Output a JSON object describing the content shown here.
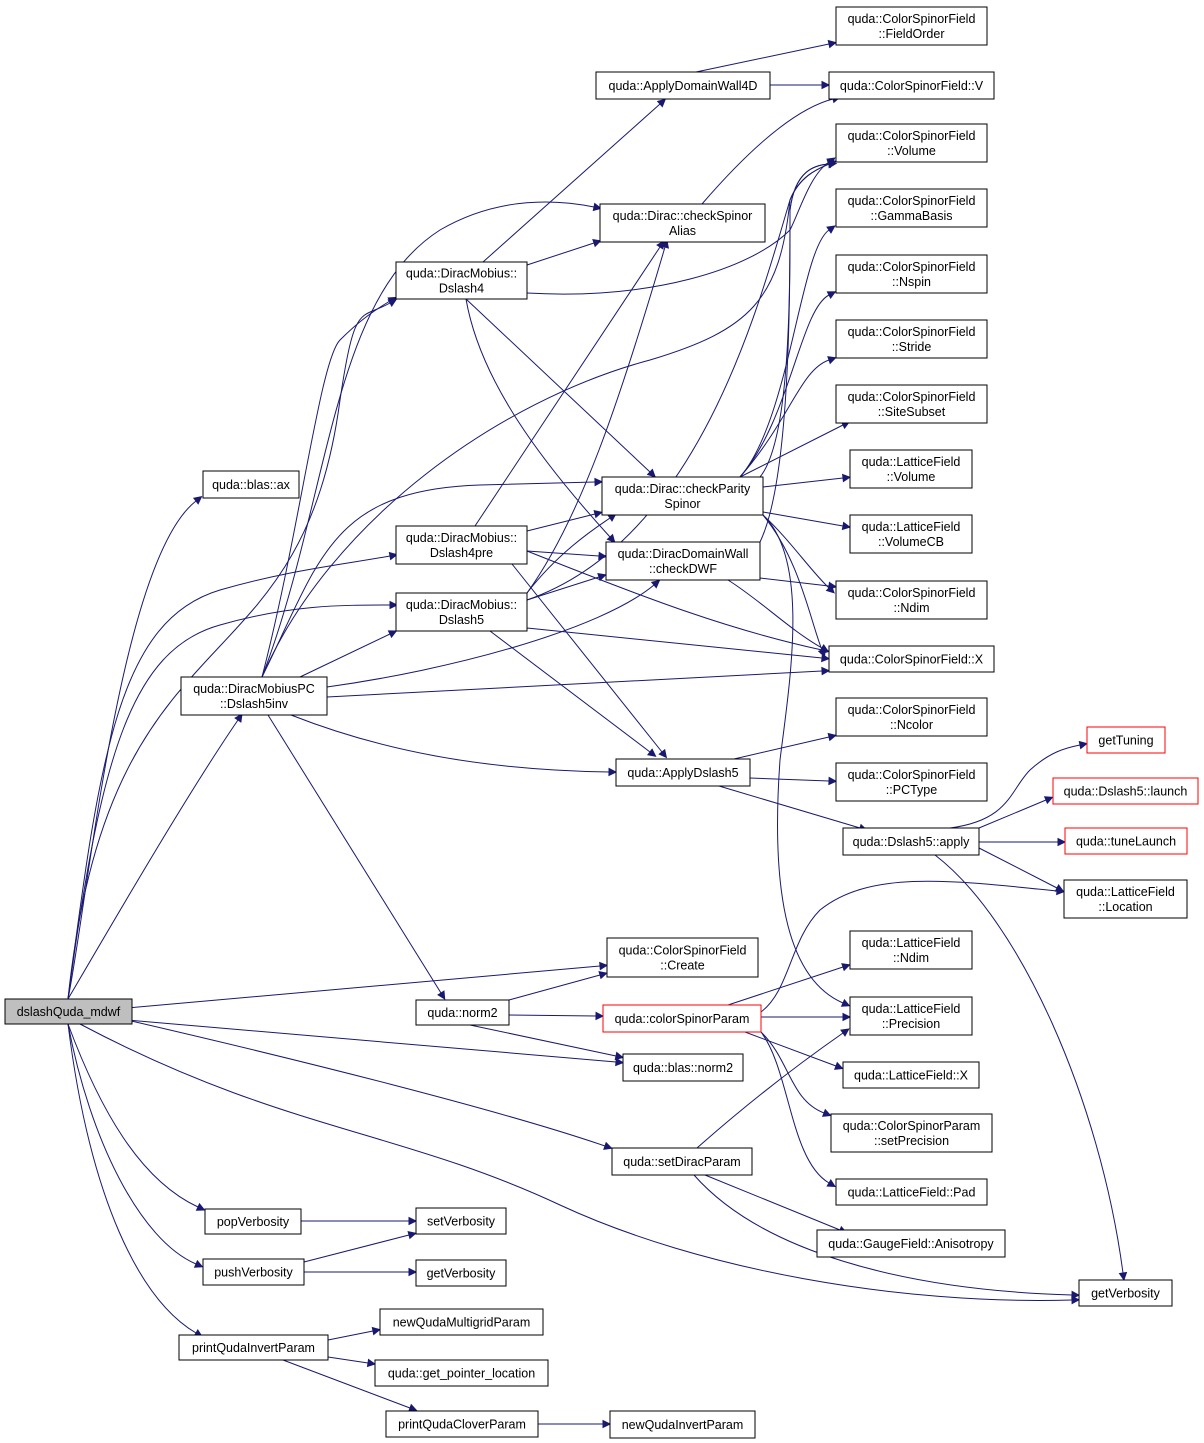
{
  "diagram": {
    "nodes": [
      {
        "id": "dslashQuda_mdwf",
        "lines": [
          "dslashQuda_mdwf"
        ],
        "root": true
      },
      {
        "id": "blas_ax",
        "lines": [
          "quda::blas::ax"
        ]
      },
      {
        "id": "dslash4",
        "lines": [
          "quda::DiracMobius::",
          "Dslash4"
        ]
      },
      {
        "id": "dslash4pre",
        "lines": [
          "quda::DiracMobius::",
          "Dslash4pre"
        ]
      },
      {
        "id": "dslash5",
        "lines": [
          "quda::DiracMobius::",
          "Dslash5"
        ]
      },
      {
        "id": "dslash5inv",
        "lines": [
          "quda::DiracMobiusPC",
          "::Dslash5inv"
        ]
      },
      {
        "id": "applyDW4D",
        "lines": [
          "quda::ApplyDomainWall4D"
        ]
      },
      {
        "id": "checkSpinorAlias",
        "lines": [
          "quda::Dirac::checkSpinor",
          "Alias"
        ]
      },
      {
        "id": "checkParitySpinor",
        "lines": [
          "quda::Dirac::checkParity",
          "Spinor"
        ]
      },
      {
        "id": "checkDWF",
        "lines": [
          "quda::DiracDomainWall",
          "::checkDWF"
        ]
      },
      {
        "id": "applyDslash5",
        "lines": [
          "quda::ApplyDslash5"
        ]
      },
      {
        "id": "csfFieldOrder",
        "lines": [
          "quda::ColorSpinorField",
          "::FieldOrder"
        ]
      },
      {
        "id": "csfV",
        "lines": [
          "quda::ColorSpinorField::V"
        ]
      },
      {
        "id": "csfVolume",
        "lines": [
          "quda::ColorSpinorField",
          "::Volume"
        ]
      },
      {
        "id": "csfGammaBasis",
        "lines": [
          "quda::ColorSpinorField",
          "::GammaBasis"
        ]
      },
      {
        "id": "csfNspin",
        "lines": [
          "quda::ColorSpinorField",
          "::Nspin"
        ]
      },
      {
        "id": "csfStride",
        "lines": [
          "quda::ColorSpinorField",
          "::Stride"
        ]
      },
      {
        "id": "csfSiteSubset",
        "lines": [
          "quda::ColorSpinorField",
          "::SiteSubset"
        ]
      },
      {
        "id": "lfVolume",
        "lines": [
          "quda::LatticeField",
          "::Volume"
        ]
      },
      {
        "id": "lfVolumeCB",
        "lines": [
          "quda::LatticeField",
          "::VolumeCB"
        ]
      },
      {
        "id": "csfNdim",
        "lines": [
          "quda::ColorSpinorField",
          "::Ndim"
        ]
      },
      {
        "id": "csfX",
        "lines": [
          "quda::ColorSpinorField::X"
        ]
      },
      {
        "id": "csfNcolor",
        "lines": [
          "quda::ColorSpinorField",
          "::Ncolor"
        ]
      },
      {
        "id": "csfPCType",
        "lines": [
          "quda::ColorSpinorField",
          "::PCType"
        ]
      },
      {
        "id": "dslash5apply",
        "lines": [
          "quda::Dslash5::apply"
        ]
      },
      {
        "id": "getTuning",
        "lines": [
          "getTuning"
        ],
        "truncated": true
      },
      {
        "id": "dslash5launch",
        "lines": [
          "quda::Dslash5::launch"
        ],
        "truncated": true
      },
      {
        "id": "tuneLaunch",
        "lines": [
          "quda::tuneLaunch"
        ],
        "truncated": true
      },
      {
        "id": "lfLocation",
        "lines": [
          "quda::LatticeField",
          "::Location"
        ]
      },
      {
        "id": "csfCreate",
        "lines": [
          "quda::ColorSpinorField",
          "::Create"
        ]
      },
      {
        "id": "norm2",
        "lines": [
          "quda::norm2"
        ]
      },
      {
        "id": "colorSpinorParam",
        "lines": [
          "quda::colorSpinorParam"
        ],
        "truncated": true
      },
      {
        "id": "lfNdim",
        "lines": [
          "quda::LatticeField",
          "::Ndim"
        ]
      },
      {
        "id": "lfPrecision",
        "lines": [
          "quda::LatticeField",
          "::Precision"
        ]
      },
      {
        "id": "blasNorm2",
        "lines": [
          "quda::blas::norm2"
        ]
      },
      {
        "id": "lfX",
        "lines": [
          "quda::LatticeField::X"
        ]
      },
      {
        "id": "cspSetPrecision",
        "lines": [
          "quda::ColorSpinorParam",
          "::setPrecision"
        ]
      },
      {
        "id": "setDiracParam",
        "lines": [
          "quda::setDiracParam"
        ]
      },
      {
        "id": "lfPad",
        "lines": [
          "quda::LatticeField::Pad"
        ]
      },
      {
        "id": "gfAnisotropy",
        "lines": [
          "quda::GaugeField::Anisotropy"
        ]
      },
      {
        "id": "popVerbosity",
        "lines": [
          "popVerbosity"
        ]
      },
      {
        "id": "setVerbosity",
        "lines": [
          "setVerbosity"
        ]
      },
      {
        "id": "pushVerbosity",
        "lines": [
          "pushVerbosity"
        ]
      },
      {
        "id": "getVerbosityMid",
        "lines": [
          "getVerbosity"
        ]
      },
      {
        "id": "getVerbosity",
        "lines": [
          "getVerbosity"
        ]
      },
      {
        "id": "printQudaInvertParam",
        "lines": [
          "printQudaInvertParam"
        ]
      },
      {
        "id": "newQudaMultigridParam",
        "lines": [
          "newQudaMultigridParam"
        ]
      },
      {
        "id": "getPointerLocation",
        "lines": [
          "quda::get_pointer_location"
        ]
      },
      {
        "id": "printQudaCloverParam",
        "lines": [
          "printQudaCloverParam"
        ]
      },
      {
        "id": "newQudaInvertParam",
        "lines": [
          "newQudaInvertParam"
        ]
      }
    ]
  }
}
